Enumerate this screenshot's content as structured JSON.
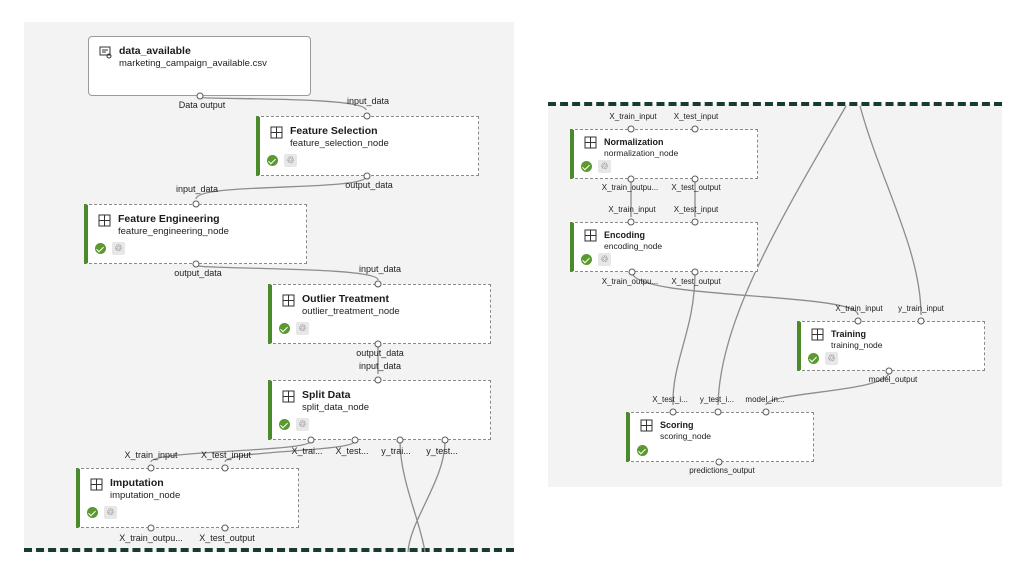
{
  "left_graph": {
    "dataset": {
      "title": "data_available",
      "subtitle": "marketing_campaign_available.csv",
      "output_label": "Data output"
    },
    "feature_selection": {
      "title": "Feature Selection",
      "subtitle": "feature_selection_node",
      "input_label": "input_data",
      "output_label": "output_data"
    },
    "feature_engineering": {
      "title": "Feature Engineering",
      "subtitle": "feature_engineering_node",
      "input_label": "input_data",
      "output_label": "output_data"
    },
    "outlier_treatment": {
      "title": "Outlier Treatment",
      "subtitle": "outlier_treatment_node",
      "input_label": "input_data",
      "output_label": "output_data"
    },
    "split_data": {
      "title": "Split Data",
      "subtitle": "split_data_node",
      "input_label": "input_data",
      "outputs": [
        "X_trai...",
        "X_test...",
        "y_trai...",
        "y_test..."
      ]
    },
    "imputation": {
      "title": "Imputation",
      "subtitle": "imputation_node",
      "inputs": [
        "X_train_input",
        "X_test_input"
      ],
      "outputs": [
        "X_train_outpu...",
        "X_test_output"
      ]
    }
  },
  "right_graph": {
    "normalization": {
      "title": "Normalization",
      "subtitle": "normalization_node",
      "inputs": [
        "X_train_input",
        "X_test_input"
      ],
      "outputs": [
        "X_train_outpu...",
        "X_test_output"
      ]
    },
    "encoding": {
      "title": "Encoding",
      "subtitle": "encoding_node",
      "inputs": [
        "X_train_input",
        "X_test_input"
      ],
      "outputs": [
        "X_train_outpu...",
        "X_test_output"
      ]
    },
    "training": {
      "title": "Training",
      "subtitle": "training_node",
      "inputs": [
        "X_train_input",
        "y_train_input"
      ],
      "output_label": "model_output"
    },
    "scoring": {
      "title": "Scoring",
      "subtitle": "scoring_node",
      "inputs": [
        "X_test_i...",
        "y_test_i...",
        "model_in..."
      ],
      "output_label": "predictions_output"
    }
  },
  "icons": {
    "node": "component-grid-icon",
    "dataset": "dataset-icon",
    "status": "check-circle-icon",
    "reuse": "recycle-icon"
  },
  "colors": {
    "status_accent": "#4b8a2a",
    "separator": "#173b33",
    "canvas": "#f3f3f3"
  }
}
